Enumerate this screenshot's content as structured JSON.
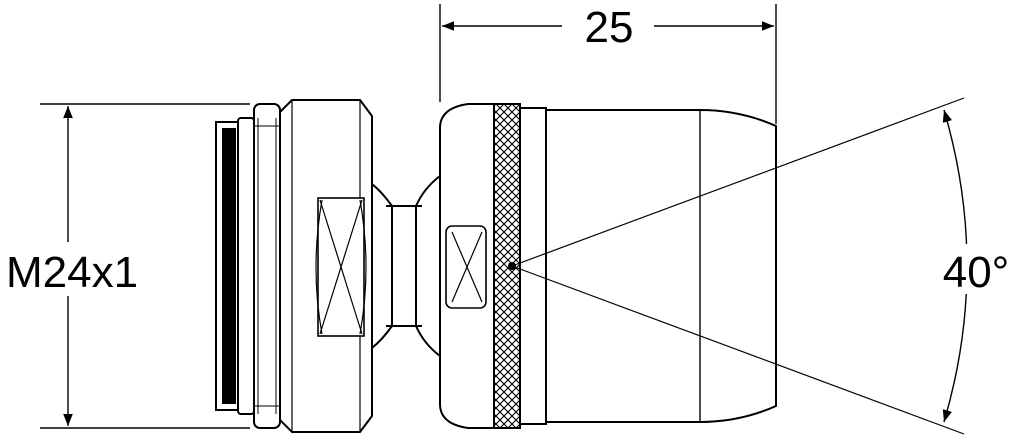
{
  "labels": {
    "width_dimension": "25",
    "thread_dimension": "M24x1",
    "spray_angle": "40°"
  },
  "colors": {
    "stroke": "#000000",
    "background": "#ffffff"
  }
}
